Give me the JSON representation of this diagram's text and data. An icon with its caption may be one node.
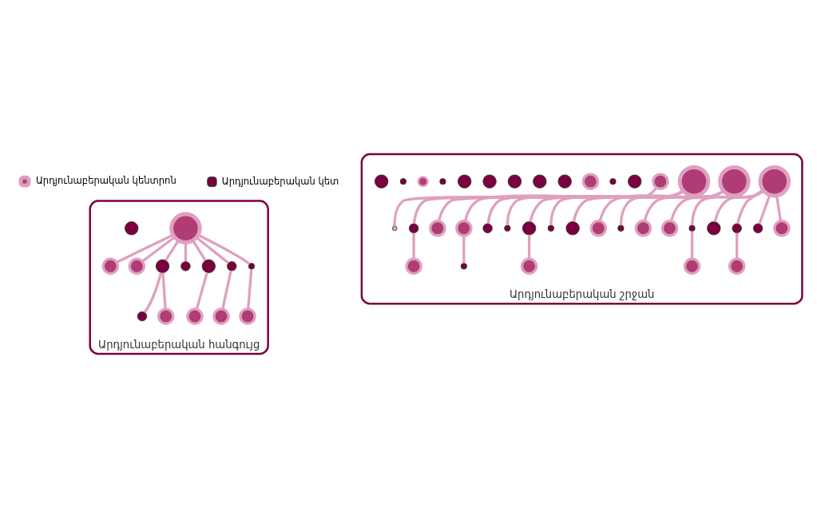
{
  "diagram": {
    "nodes": [
      {
        "text": [
          "Արդյունաբերական հանգույց"
        ]
      },
      {
        "text": [],
        "shape": "circle",
        "in": 0
      },
      {
        "text": [],
        "shape": "circle",
        "in": 0
      },
      {
        "text": [],
        "shape": "circle",
        "in": 0
      },
      {
        "text": [],
        "shape": "circle",
        "in": 0
      },
      {
        "text": [],
        "shape": "circle",
        "in": 0
      },
      {
        "text": [],
        "shape": "circle",
        "in": 0
      },
      {
        "text": [],
        "shape": "circle",
        "in": 0
      },
      {
        "text": [],
        "shape": "circle",
        "in": 0
      },
      {
        "text": [],
        "shape": "circle",
        "in": 0
      },
      {
        "text": [],
        "shape": "circle",
        "in": 0
      },
      {
        "text": [],
        "shape": "circle",
        "in": 0
      },
      {
        "text": [],
        "shape": "circle",
        "in": 0
      },
      {
        "text": [],
        "shape": "circle",
        "in": 0
      },
      {
        "text": [],
        "shape": "circle",
        "in": 0
      },
      {
        "text": [
          "Արդյունաբերական շրջան"
        ]
      },
      {
        "text": [],
        "shape": "circle",
        "in": 15
      },
      {
        "text": [],
        "shape": "circle",
        "in": 15
      },
      {
        "text": [],
        "shape": "circle",
        "in": 15
      },
      {
        "text": [],
        "shape": "circle",
        "in": 15
      },
      {
        "text": [],
        "shape": "circle",
        "in": 15
      },
      {
        "text": [],
        "shape": "circle",
        "in": 15
      },
      {
        "text": [],
        "shape": "circle",
        "in": 15
      },
      {
        "text": [],
        "shape": "circle",
        "in": 15
      },
      {
        "text": [],
        "shape": "circle",
        "in": 15
      },
      {
        "text": [],
        "shape": "circle",
        "in": 15
      },
      {
        "text": [],
        "shape": "circle",
        "in": 15
      },
      {
        "text": [],
        "shape": "circle",
        "in": 15
      },
      {
        "text": [],
        "shape": "circle",
        "in": 15
      },
      {
        "text": [],
        "shape": "circle",
        "in": 15
      },
      {
        "text": [],
        "shape": "circle",
        "in": 15
      },
      {
        "text": [],
        "shape": "circle",
        "in": 15
      },
      {
        "text": [],
        "shape": "circle",
        "in": 15
      },
      {
        "text": [],
        "shape": "circle",
        "in": 15
      },
      {
        "text": [],
        "shape": "circle",
        "in": 15
      },
      {
        "text": [],
        "shape": "circle",
        "in": 15
      },
      {
        "text": [],
        "shape": "circle",
        "in": 15
      },
      {
        "text": [],
        "shape": "circle",
        "in": 15
      },
      {
        "text": [],
        "shape": "circle",
        "in": 15
      },
      {
        "text": [],
        "shape": "circle",
        "in": 15
      },
      {
        "text": [],
        "shape": "circle",
        "in": 15
      },
      {
        "text": [],
        "shape": "circle",
        "in": 15
      },
      {
        "text": [],
        "shape": "circle",
        "in": 15
      },
      {
        "text": [],
        "shape": "circle",
        "in": 15
      },
      {
        "text": [],
        "shape": "circle",
        "in": 15
      },
      {
        "text": [],
        "shape": "circle",
        "in": 15
      },
      {
        "text": [],
        "shape": "circle",
        "in": 15
      },
      {
        "text": [],
        "shape": "circle",
        "in": 15
      },
      {
        "text": [],
        "shape": "circle",
        "in": 15
      },
      {
        "text": [],
        "shape": "circle",
        "in": 15
      },
      {
        "text": [],
        "shape": "circle",
        "in": 15
      },
      {
        "text": [],
        "shape": "circle",
        "in": 15
      },
      {
        "text": [],
        "shape": "circle",
        "in": 15
      },
      {
        "text": [],
        "shape": "circle",
        "in": 15
      },
      {
        "text": [],
        "shape": "circle",
        "in": 15
      }
    ],
    "edges": [
      {
        "from": 1,
        "to": 2,
        "arrow": "none"
      },
      {
        "from": 1,
        "to": 3,
        "arrow": "none"
      },
      {
        "from": 1,
        "to": 5,
        "arrow": "none"
      },
      {
        "from": 5,
        "to": 6,
        "arrow": "none"
      },
      {
        "from": 5,
        "to": 7,
        "arrow": "none"
      },
      {
        "from": 1,
        "to": 8,
        "arrow": "none"
      },
      {
        "from": 1,
        "to": 9,
        "arrow": "none"
      },
      {
        "from": 9,
        "to": 10,
        "arrow": "none"
      },
      {
        "from": 1,
        "to": 11,
        "arrow": "none"
      },
      {
        "from": 11,
        "to": 12,
        "arrow": "none"
      },
      {
        "from": 1,
        "to": 13,
        "arrow": "none"
      },
      {
        "from": 13,
        "to": 14,
        "arrow": "none"
      },
      {
        "from": 16,
        "to": 17,
        "arrow": "none"
      },
      {
        "from": 16,
        "to": 19,
        "arrow": "none"
      },
      {
        "from": 19,
        "to": 18,
        "arrow": "none"
      },
      {
        "from": 16,
        "to": 20,
        "arrow": "none"
      },
      {
        "from": 16,
        "to": 21,
        "arrow": "none"
      },
      {
        "from": 21,
        "to": 22,
        "arrow": "none"
      },
      {
        "from": 16,
        "to": 23,
        "arrow": "none"
      },
      {
        "from": 16,
        "to": 24,
        "arrow": "none"
      },
      {
        "from": 25,
        "to": 26,
        "arrow": "none"
      },
      {
        "from": 25,
        "to": 27,
        "arrow": "none"
      },
      {
        "from": 25,
        "to": 28,
        "arrow": "none"
      },
      {
        "from": 25,
        "to": 29,
        "arrow": "none"
      },
      {
        "from": 25,
        "to": 30,
        "arrow": "none"
      },
      {
        "from": 31,
        "to": 33,
        "arrow": "none"
      },
      {
        "from": 33,
        "to": 32,
        "arrow": "none"
      },
      {
        "from": 31,
        "to": 34,
        "arrow": "none"
      },
      {
        "from": 31,
        "to": 35,
        "arrow": "none"
      },
      {
        "from": 35,
        "to": 36,
        "arrow": "none"
      },
      {
        "from": 31,
        "to": 37,
        "arrow": "none"
      },
      {
        "from": 31,
        "to": 38,
        "arrow": "none"
      },
      {
        "from": 31,
        "to": 39,
        "arrow": "none"
      },
      {
        "from": 39,
        "to": 40,
        "arrow": "none"
      },
      {
        "from": 41,
        "to": 42,
        "arrow": "none"
      }
    ],
    "legend": [
      {
        "text": "Արդյունաբերական կենտրոն"
      },
      {
        "text": "Արդյունաբերական կետ"
      }
    ]
  }
}
